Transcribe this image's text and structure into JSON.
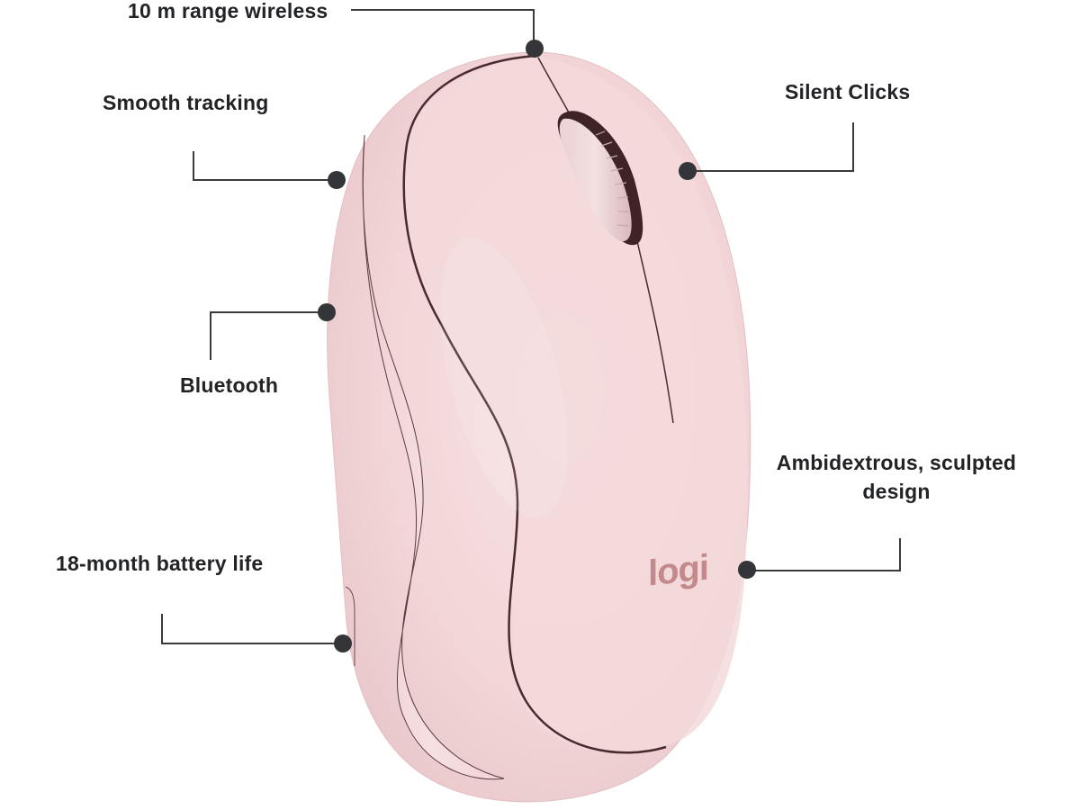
{
  "product": {
    "name": "Wireless mouse",
    "color_name": "Rose",
    "body_color": "#f2d5d7",
    "body_highlight": "#f8e6e7",
    "body_shadow": "#e3c0c3",
    "seam_color": "#4a2a2e",
    "logo_text": "logi",
    "logo_color": "#c4898c"
  },
  "callouts": [
    {
      "id": "range",
      "label": "10 m range wireless"
    },
    {
      "id": "tracking",
      "label": "Smooth tracking"
    },
    {
      "id": "silent",
      "label": "Silent Clicks"
    },
    {
      "id": "bluetooth",
      "label": "Bluetooth"
    },
    {
      "id": "ambidextrous",
      "label_line1": "Ambidextrous, sculpted",
      "label_line2": "design"
    },
    {
      "id": "battery",
      "label": "18-month battery life"
    }
  ],
  "style": {
    "line_color": "#3a3b3e",
    "dot_color": "#333539",
    "text_color": "#222326",
    "background": "#ffffff"
  }
}
